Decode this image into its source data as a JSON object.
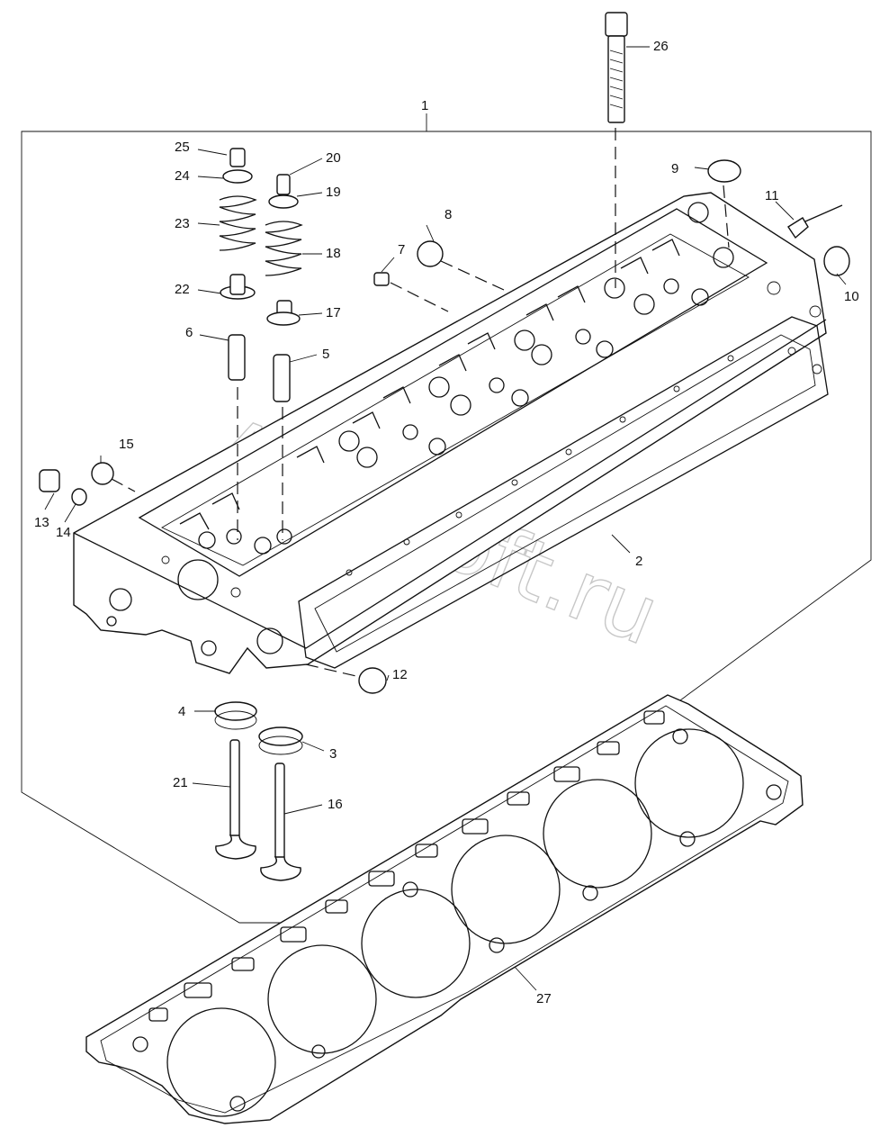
{
  "watermark": "AutoSoft.ru",
  "callouts": {
    "p1": "1",
    "p2": "2",
    "p3": "3",
    "p4": "4",
    "p5": "5",
    "p6": "6",
    "p7": "7",
    "p8": "8",
    "p9": "9",
    "p10": "10",
    "p11": "11",
    "p12": "12",
    "p13": "13",
    "p14": "14",
    "p15": "15",
    "p16": "16",
    "p17": "17",
    "p18": "18",
    "p19": "19",
    "p20": "20",
    "p21": "21",
    "p22": "22",
    "p23": "23",
    "p24": "24",
    "p25": "25",
    "p26": "26",
    "p27": "27"
  }
}
